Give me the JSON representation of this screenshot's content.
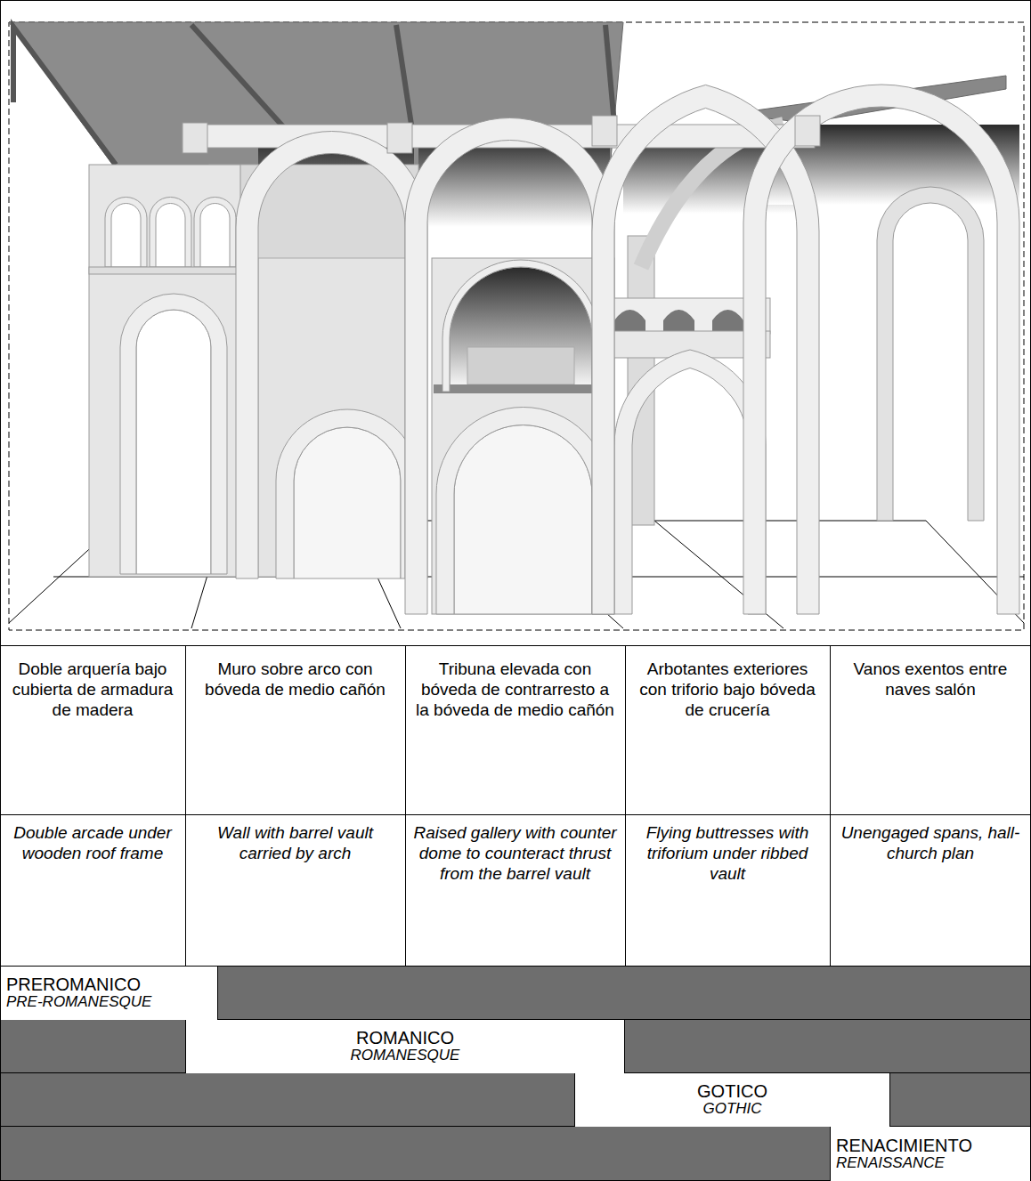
{
  "diagram": {
    "nodes": [
      {
        "text": [
          "PREROMANICO",
          "PRE-ROMANESQUE"
        ]
      },
      {
        "text": [
          "ROMANICO",
          "ROMANESQUE"
        ]
      },
      {
        "text": [
          "GOTICO",
          "GOTHIC"
        ]
      },
      {
        "text": [
          "RENACIMIENTO",
          "RENAISSANCE"
        ]
      }
    ],
    "labels": [
      "Doble arquería bajo cubierta de armadura de madera",
      "Muro sobre arco con bóveda de medio cañón",
      "Tribuna elevada con bóveda de contrarresto a la bóveda de medio cañón",
      "Arbotantes exteriores con triforio bajo bóveda de crucería",
      "Vanos exentos entre naves salón",
      "Double arcade under wooden roof frame",
      "Wall with barrel vault carried by arch",
      "Raised gallery with counter dome to counteract thrust from the barrel vault",
      "Flying buttresses with triforium under ribbed vault",
      "Unengaged spans, hall-church plan"
    ]
  }
}
